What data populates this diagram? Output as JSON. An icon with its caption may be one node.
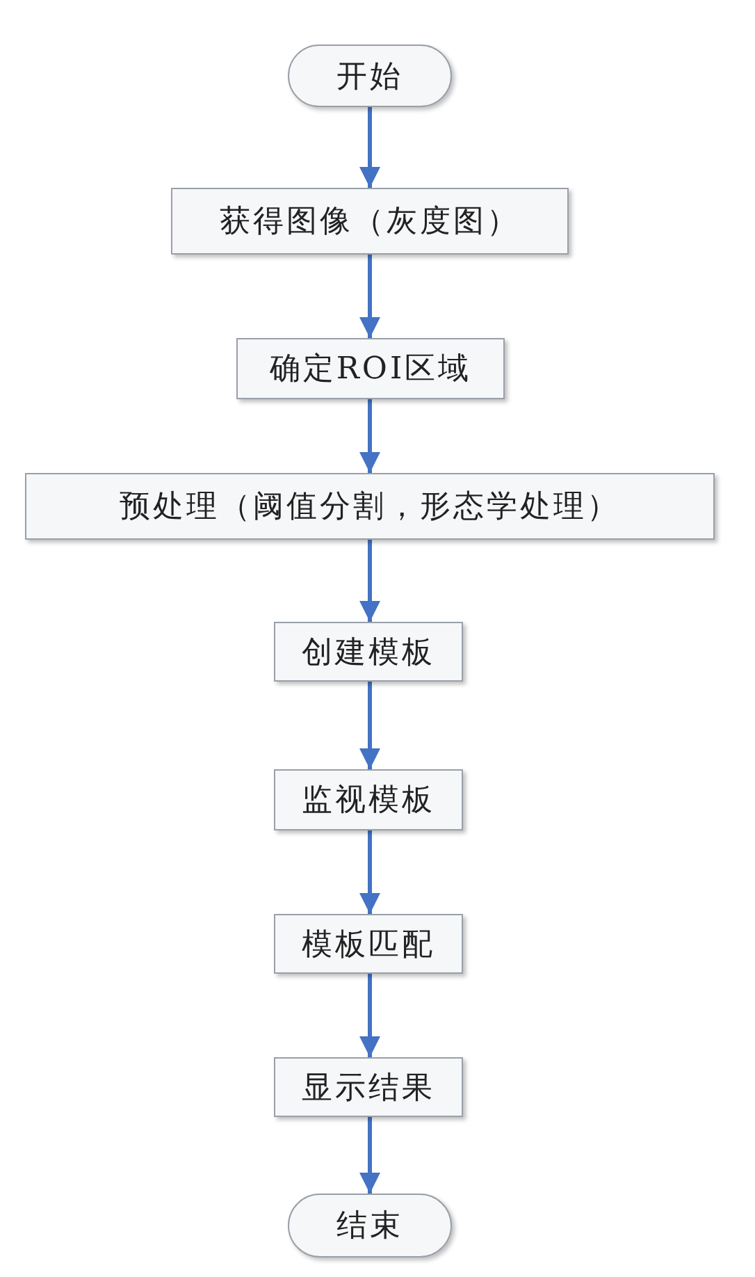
{
  "diagram": {
    "nodes": [
      {
        "text": [
          "开始"
        ]
      },
      {
        "text": [
          "获得图像（灰度图）"
        ]
      },
      {
        "text": [
          "确定ROI区域"
        ]
      },
      {
        "text": [
          "预处理（阈值分割，形态学处理）"
        ]
      },
      {
        "text": [
          "创建模板"
        ]
      },
      {
        "text": [
          "监视模板"
        ]
      },
      {
        "text": [
          "模板匹配"
        ]
      },
      {
        "text": [
          "显示结果"
        ]
      },
      {
        "text": [
          "结束"
        ]
      }
    ],
    "edges": [
      {
        "from": 0,
        "to": 1,
        "arrow": "to"
      },
      {
        "from": 1,
        "to": 2,
        "arrow": "to"
      },
      {
        "from": 2,
        "to": 3,
        "arrow": "to"
      },
      {
        "from": 3,
        "to": 4,
        "arrow": "to"
      },
      {
        "from": 4,
        "to": 5,
        "arrow": "to"
      },
      {
        "from": 5,
        "to": 6,
        "arrow": "to"
      },
      {
        "from": 6,
        "to": 7,
        "arrow": "to"
      },
      {
        "from": 7,
        "to": 8,
        "arrow": "to"
      }
    ]
  }
}
